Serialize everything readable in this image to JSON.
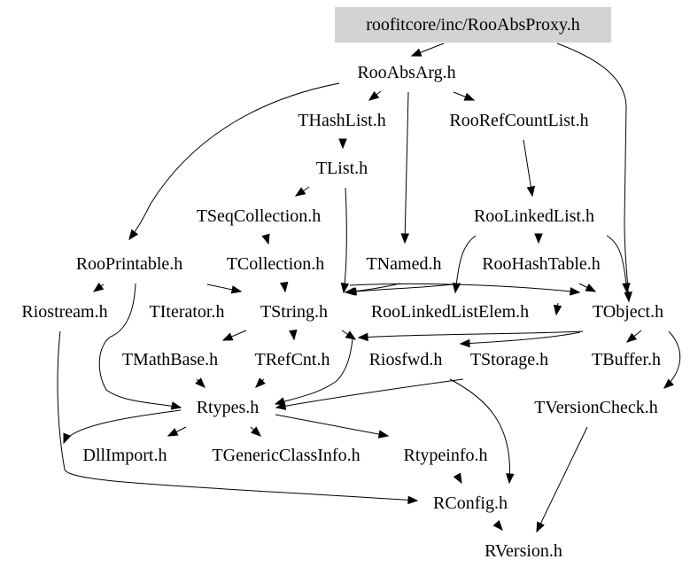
{
  "title": "Include dependency graph for roofitcore/inc/RooAbsProxy.h",
  "colors": {
    "root_fill": "#d3d3d3",
    "edge": "#000000",
    "text": "#000000",
    "background": "#ffffff"
  },
  "nodes": [
    {
      "id": "RooAbsProxy",
      "label": "roofitcore/inc/RooAbsProxy.h",
      "root": true
    },
    {
      "id": "RooAbsArg",
      "label": "RooAbsArg.h"
    },
    {
      "id": "THashList",
      "label": "THashList.h"
    },
    {
      "id": "RooRefCountList",
      "label": "RooRefCountList.h"
    },
    {
      "id": "TList",
      "label": "TList.h"
    },
    {
      "id": "TSeqCollection",
      "label": "TSeqCollection.h"
    },
    {
      "id": "RooLinkedList",
      "label": "RooLinkedList.h"
    },
    {
      "id": "RooPrintable",
      "label": "RooPrintable.h"
    },
    {
      "id": "TCollection",
      "label": "TCollection.h"
    },
    {
      "id": "TNamed",
      "label": "TNamed.h"
    },
    {
      "id": "RooHashTable",
      "label": "RooHashTable.h"
    },
    {
      "id": "Riostream",
      "label": "Riostream.h"
    },
    {
      "id": "TIterator",
      "label": "TIterator.h"
    },
    {
      "id": "TString",
      "label": "TString.h"
    },
    {
      "id": "RooLinkedListElem",
      "label": "RooLinkedListElem.h"
    },
    {
      "id": "TObject",
      "label": "TObject.h"
    },
    {
      "id": "TMathBase",
      "label": "TMathBase.h"
    },
    {
      "id": "TRefCnt",
      "label": "TRefCnt.h"
    },
    {
      "id": "Riosfwd",
      "label": "Riosfwd.h"
    },
    {
      "id": "TStorage",
      "label": "TStorage.h"
    },
    {
      "id": "TBuffer",
      "label": "TBuffer.h"
    },
    {
      "id": "Rtypes",
      "label": "Rtypes.h"
    },
    {
      "id": "TVersionCheck",
      "label": "TVersionCheck.h"
    },
    {
      "id": "DllImport",
      "label": "DllImport.h"
    },
    {
      "id": "TGenericClassInfo",
      "label": "TGenericClassInfo.h"
    },
    {
      "id": "Rtypeinfo",
      "label": "Rtypeinfo.h"
    },
    {
      "id": "RConfig",
      "label": "RConfig.h"
    },
    {
      "id": "RVersion",
      "label": "RVersion.h"
    }
  ],
  "edges": [
    {
      "from": "RooAbsProxy",
      "to": "RooAbsArg"
    },
    {
      "from": "RooAbsProxy",
      "to": "TObject"
    },
    {
      "from": "RooAbsArg",
      "to": "THashList"
    },
    {
      "from": "RooAbsArg",
      "to": "RooRefCountList"
    },
    {
      "from": "RooAbsArg",
      "to": "TNamed"
    },
    {
      "from": "RooAbsArg",
      "to": "RooPrintable"
    },
    {
      "from": "THashList",
      "to": "TList"
    },
    {
      "from": "TList",
      "to": "TSeqCollection"
    },
    {
      "from": "TList",
      "to": "TString"
    },
    {
      "from": "RooRefCountList",
      "to": "RooLinkedList"
    },
    {
      "from": "RooLinkedList",
      "to": "RooHashTable"
    },
    {
      "from": "RooLinkedList",
      "to": "RooLinkedListElem"
    },
    {
      "from": "RooLinkedList",
      "to": "TObject"
    },
    {
      "from": "TSeqCollection",
      "to": "TCollection"
    },
    {
      "from": "RooPrintable",
      "to": "Riostream"
    },
    {
      "from": "RooPrintable",
      "to": "TString"
    },
    {
      "from": "RooPrintable",
      "to": "Rtypes"
    },
    {
      "from": "TCollection",
      "to": "TString"
    },
    {
      "from": "TCollection",
      "to": "TObject"
    },
    {
      "from": "TNamed",
      "to": "TString"
    },
    {
      "from": "RooHashTable",
      "to": "TObject"
    },
    {
      "from": "RooHashTable",
      "to": "TString"
    },
    {
      "from": "RooLinkedListElem",
      "to": "TString"
    },
    {
      "from": "TString",
      "to": "TMathBase"
    },
    {
      "from": "TString",
      "to": "TRefCnt"
    },
    {
      "from": "TString",
      "to": "Riosfwd"
    },
    {
      "from": "TString",
      "to": "Rtypes"
    },
    {
      "from": "TObject",
      "to": "Riosfwd"
    },
    {
      "from": "TObject",
      "to": "TStorage"
    },
    {
      "from": "TObject",
      "to": "TBuffer"
    },
    {
      "from": "TObject",
      "to": "TVersionCheck"
    },
    {
      "from": "TMathBase",
      "to": "Rtypes"
    },
    {
      "from": "TRefCnt",
      "to": "Rtypes"
    },
    {
      "from": "TStorage",
      "to": "Rtypes"
    },
    {
      "from": "TStorage",
      "to": "RConfig"
    },
    {
      "from": "Riostream",
      "to": "RConfig"
    },
    {
      "from": "Rtypes",
      "to": "DllImport"
    },
    {
      "from": "Rtypes",
      "to": "TGenericClassInfo"
    },
    {
      "from": "Rtypes",
      "to": "Rtypeinfo"
    },
    {
      "from": "Rtypes",
      "to": "RConfig"
    },
    {
      "from": "Rtypeinfo",
      "to": "RConfig"
    },
    {
      "from": "RConfig",
      "to": "RVersion"
    },
    {
      "from": "TVersionCheck",
      "to": "RVersion"
    }
  ]
}
